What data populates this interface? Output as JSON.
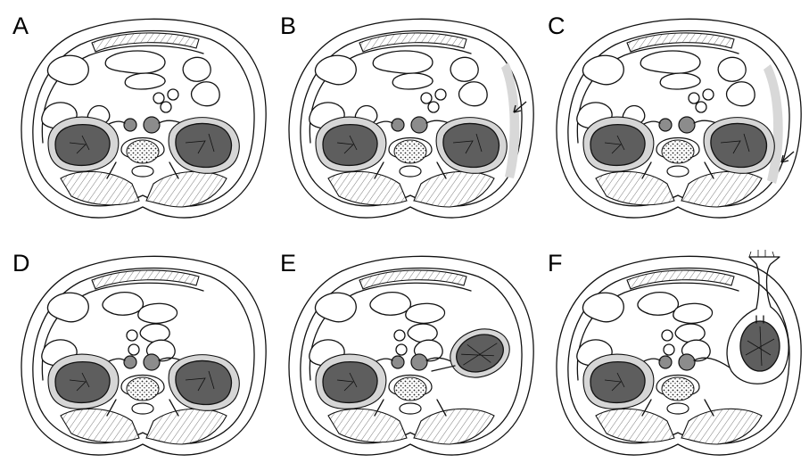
{
  "panels": [
    {
      "label": "A",
      "stage": "intact",
      "arrow": false
    },
    {
      "label": "B",
      "stage": "incision",
      "arrow": true
    },
    {
      "label": "C",
      "stage": "dissection",
      "arrow": true
    },
    {
      "label": "D",
      "stage": "colon-reflected",
      "arrow": false
    },
    {
      "label": "E",
      "stage": "kidney-mobilized",
      "arrow": false
    },
    {
      "label": "F",
      "stage": "kidney-exteriorized",
      "arrow": false
    }
  ],
  "colors": {
    "kidney": "#5e5e5e",
    "capsule": "#d6d6d6",
    "background": "#ffffff",
    "line": "#111111"
  }
}
